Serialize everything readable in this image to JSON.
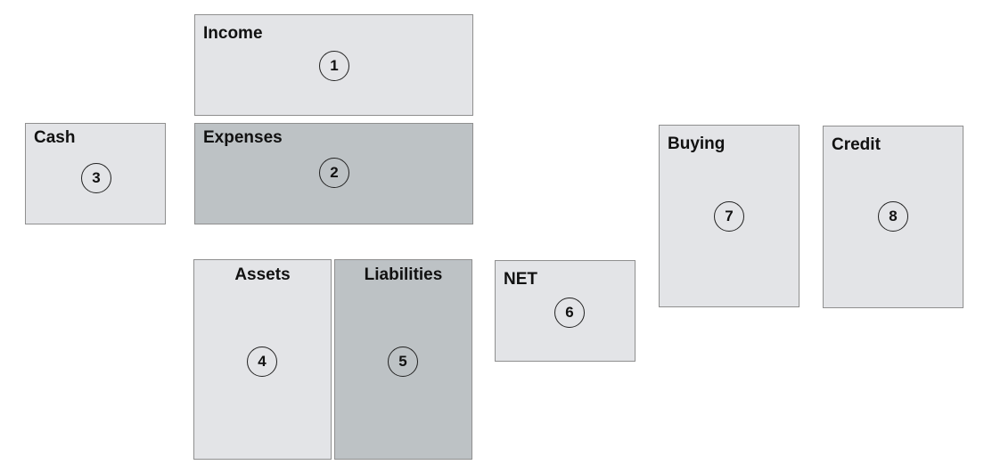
{
  "panels": {
    "income": {
      "label": "Income",
      "number": "1"
    },
    "expenses": {
      "label": "Expenses",
      "number": "2"
    },
    "cash": {
      "label": "Cash",
      "number": "3"
    },
    "assets": {
      "label": "Assets",
      "number": "4"
    },
    "liabilities": {
      "label": "Liabilities",
      "number": "5"
    },
    "net": {
      "label": "NET",
      "number": "6"
    },
    "buying": {
      "label": "Buying",
      "number": "7"
    },
    "credit": {
      "label": "Credit",
      "number": "8"
    }
  },
  "colors": {
    "panel_light": "#e3e4e7",
    "panel_dark": "#bdc2c5",
    "border": "#8f8f8f"
  }
}
